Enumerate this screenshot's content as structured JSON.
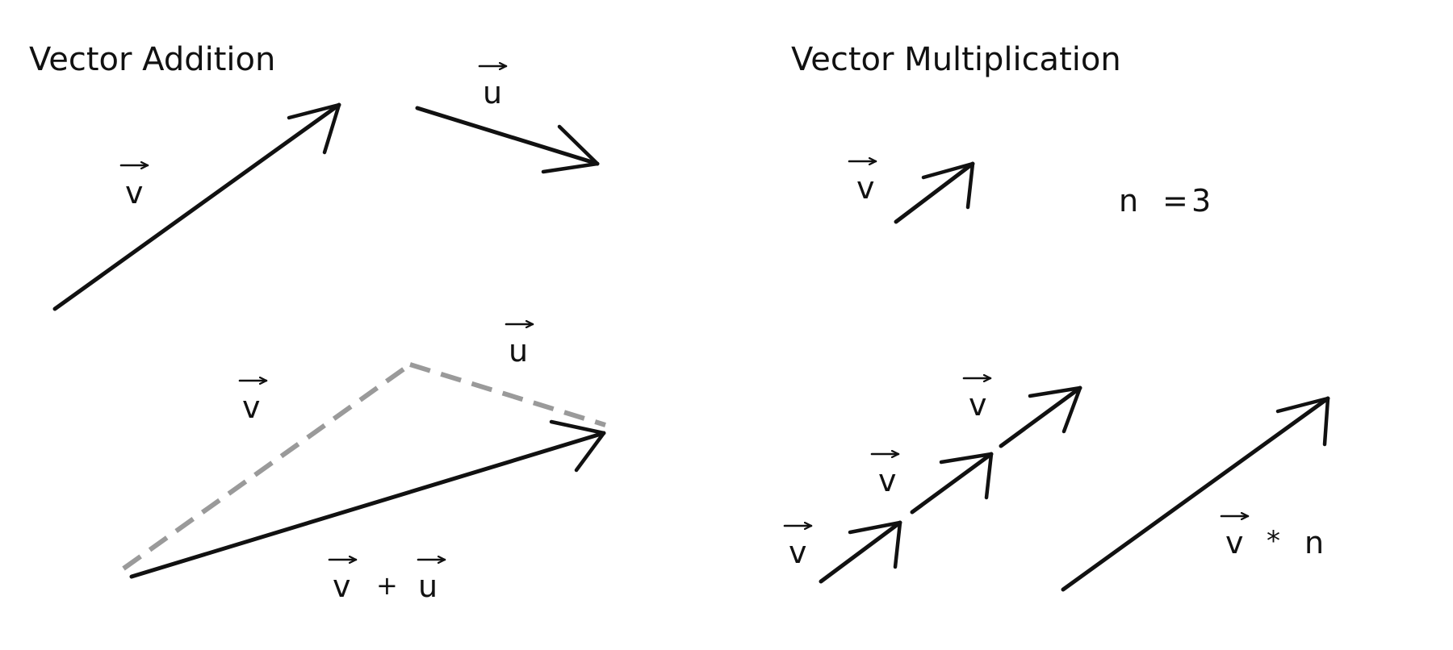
{
  "addition": {
    "title": "Vector Addition",
    "v_label": "v",
    "u_label": "u",
    "sum": {
      "v": "v",
      "plus": "+",
      "u": "u"
    }
  },
  "multiplication": {
    "title": "Vector Multiplication",
    "v_label": "v",
    "n_equation": {
      "n": "n",
      "equals": "=",
      "value": "3"
    },
    "product": {
      "v": "v",
      "times": "*",
      "n": "n"
    }
  },
  "colors": {
    "ink": "#111111",
    "dashed_guide": "#9a9a9a",
    "background": "#ffffff"
  }
}
